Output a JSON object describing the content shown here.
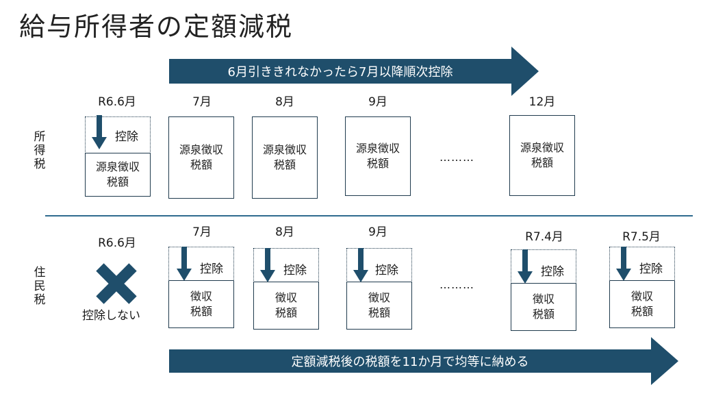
{
  "title": "給与所得者の定額減税",
  "top_arrow_text": "6月引ききれなかったら7月以降順次控除",
  "bottom_arrow_text": "定額減税後の税額を11か月で均等に納める",
  "income_tax": {
    "row_label": "所得税",
    "months": [
      "R6.6月",
      "7月",
      "8月",
      "9月",
      "12月"
    ],
    "deduction_label": "控除",
    "box_text_line1": "源泉徴収",
    "box_text_line2": "税額",
    "ellipsis": "………"
  },
  "resident_tax": {
    "row_label": "住民税",
    "months": [
      "R6.6月",
      "7月",
      "8月",
      "9月",
      "R7.4月",
      "R7.5月"
    ],
    "no_deduction_label": "控除しない",
    "deduction_label": "控除",
    "box_text_line1": "徴収",
    "box_text_line2": "税額",
    "ellipsis": "………"
  },
  "colors": {
    "arrow": "#1f4e6b",
    "box_border": "#1f3a4d",
    "divider": "#2e6a8e",
    "cross": "#1f4e6b"
  }
}
